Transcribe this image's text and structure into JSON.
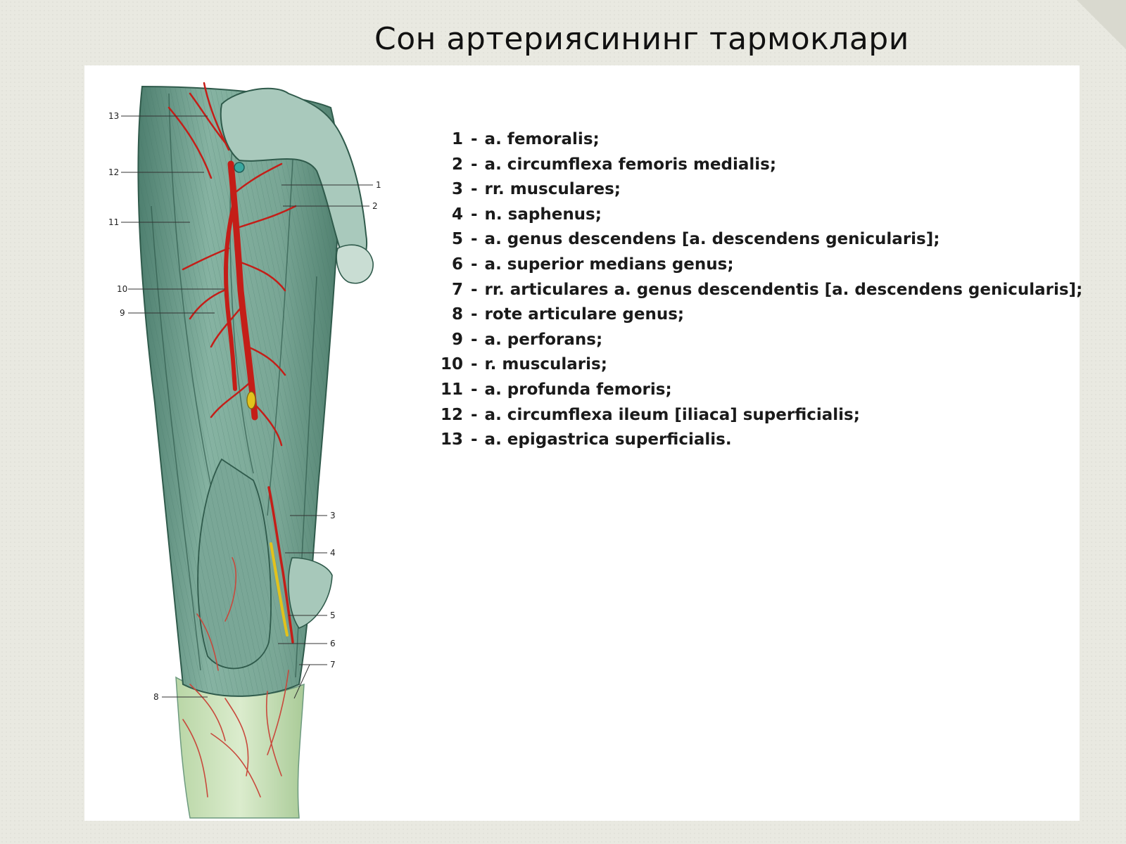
{
  "slide": {
    "title": "Сон артериясининг тармоклари"
  },
  "figure": {
    "callout_numbers": [
      "13",
      "12",
      "11",
      "10",
      "9",
      "1",
      "2",
      "3",
      "4",
      "5",
      "6",
      "7",
      "8"
    ]
  },
  "legend": {
    "items": [
      {
        "num": "1",
        "dash": "-",
        "text": "a. femoralis;"
      },
      {
        "num": "2",
        "dash": "-",
        "text": "a. circumflexa femoris medialis;"
      },
      {
        "num": "3",
        "dash": "-",
        "text": "rr. musculares;"
      },
      {
        "num": "4",
        "dash": "-",
        "text": "n. saphenus;"
      },
      {
        "num": "5",
        "dash": "-",
        "text": "a. genus descendens [a. descendens genicularis];"
      },
      {
        "num": "6",
        "dash": "-",
        "text": "a. superior medians genus;"
      },
      {
        "num": "7",
        "dash": "-",
        "text": "rr. articulares a. genus descendentis [a. descendens genicularis];"
      },
      {
        "num": "8",
        "dash": "-",
        "text": "rote articulare genus;"
      },
      {
        "num": "9",
        "dash": "-",
        "text": "a. perforans;"
      },
      {
        "num": "10",
        "dash": "-",
        "text": "r. muscularis;"
      },
      {
        "num": "11",
        "dash": "-",
        "text": "a. profunda femoris;"
      },
      {
        "num": "12",
        "dash": "-",
        "text": "a. circumflexa ileum [iliaca] superficialis;"
      },
      {
        "num": "13",
        "dash": "-",
        "text": "a. epigastrica superficialis."
      }
    ]
  },
  "colors": {
    "background": "#e9e9e1",
    "panel": "#ffffff",
    "muscle": "#6f9f8d",
    "artery": "#c41e18",
    "nerve": "#e2c21c"
  }
}
